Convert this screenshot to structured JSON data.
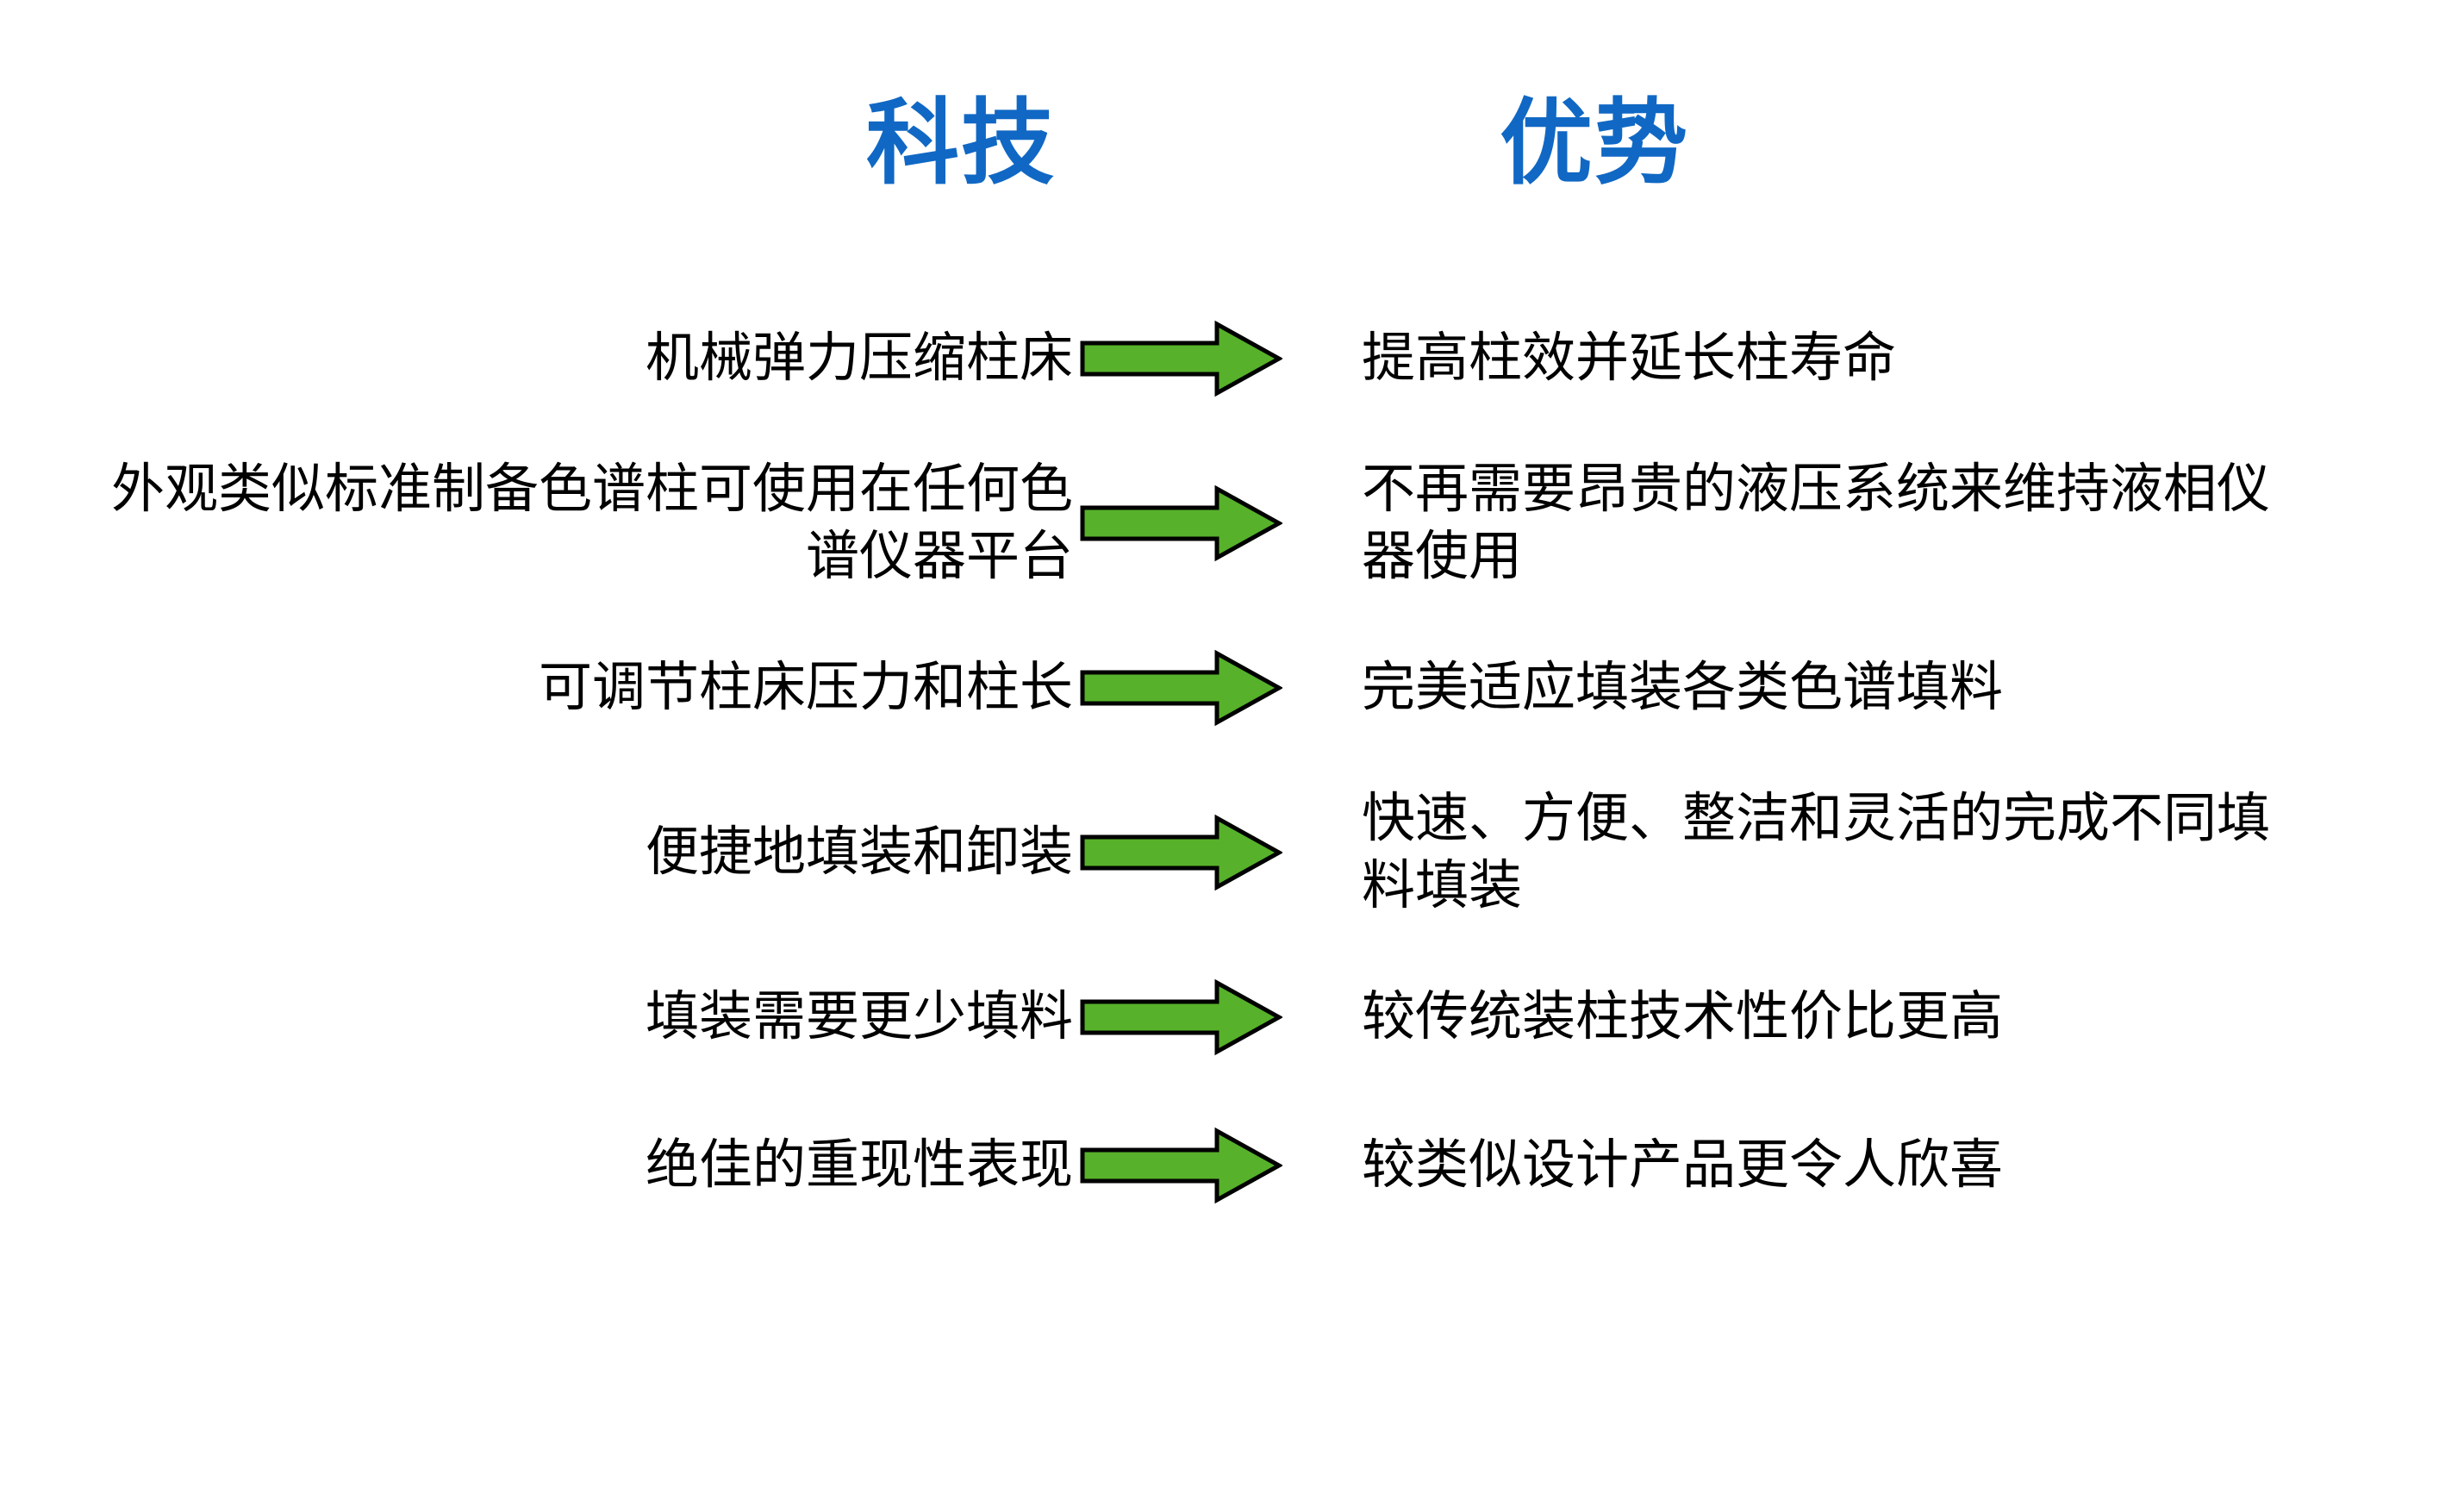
{
  "headers": {
    "left": "科技",
    "right": "优势",
    "color": "#1068c4"
  },
  "arrow": {
    "icon": "green-right-arrow-icon",
    "fill": "#57b12a",
    "stroke": "#000000",
    "direction": "right"
  },
  "rows": [
    {
      "left_lines": [
        "机械弹力压缩柱床"
      ],
      "right_lines": [
        "提高柱效并延长柱寿命"
      ]
    },
    {
      "left_lines": [
        "外观类似标准制备色谱柱可使用在任何色",
        "谱仪器平台"
      ],
      "right_lines": [
        "不再需要昂贵的液压系统来维持液相仪",
        "器使用"
      ]
    },
    {
      "left_lines": [
        "可调节柱床压力和柱长"
      ],
      "right_lines": [
        "完美适应填装各类色谱填料"
      ]
    },
    {
      "left_lines": [
        "便捷地填装和卸装"
      ],
      "right_lines": [
        "快速、方便、整洁和灵活的完成不同填",
        "料填装"
      ]
    },
    {
      "left_lines": [
        "填装需要更少填料"
      ],
      "right_lines": [
        "较传统装柱技术性价比更高"
      ]
    },
    {
      "left_lines": [
        "绝佳的重现性表现"
      ],
      "right_lines": [
        "较类似设计产品更令人欣喜"
      ]
    }
  ]
}
